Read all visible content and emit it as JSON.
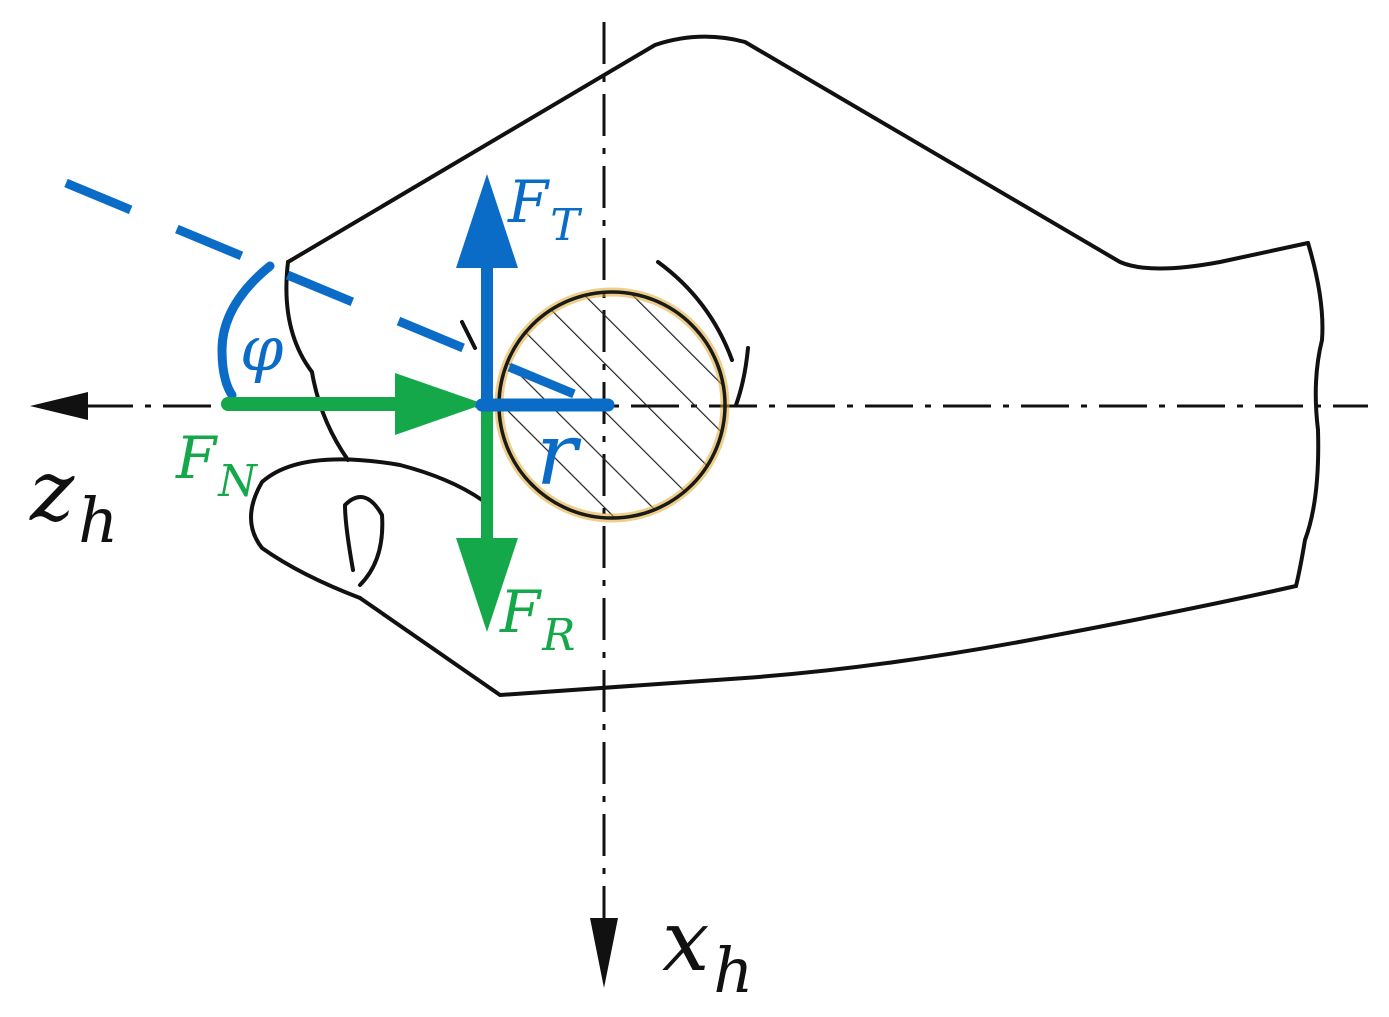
{
  "colors": {
    "outline": "#111111",
    "axis": "#111111",
    "blue": "#0a6cc6",
    "green": "#14a84a",
    "circle_edge": "#e0a72a"
  },
  "labels": {
    "z_axis": {
      "main": "z",
      "sub": "h"
    },
    "x_axis": {
      "main": "x",
      "sub": "h"
    },
    "FT": {
      "main": "F",
      "sub": "T"
    },
    "FN": {
      "main": "F",
      "sub": "N"
    },
    "FR": {
      "main": "F",
      "sub": "R"
    },
    "r": "r",
    "phi": "φ"
  },
  "icons": {
    "hand": "hand-outline-icon",
    "handle": "hatched-handle-cross-section-icon"
  }
}
